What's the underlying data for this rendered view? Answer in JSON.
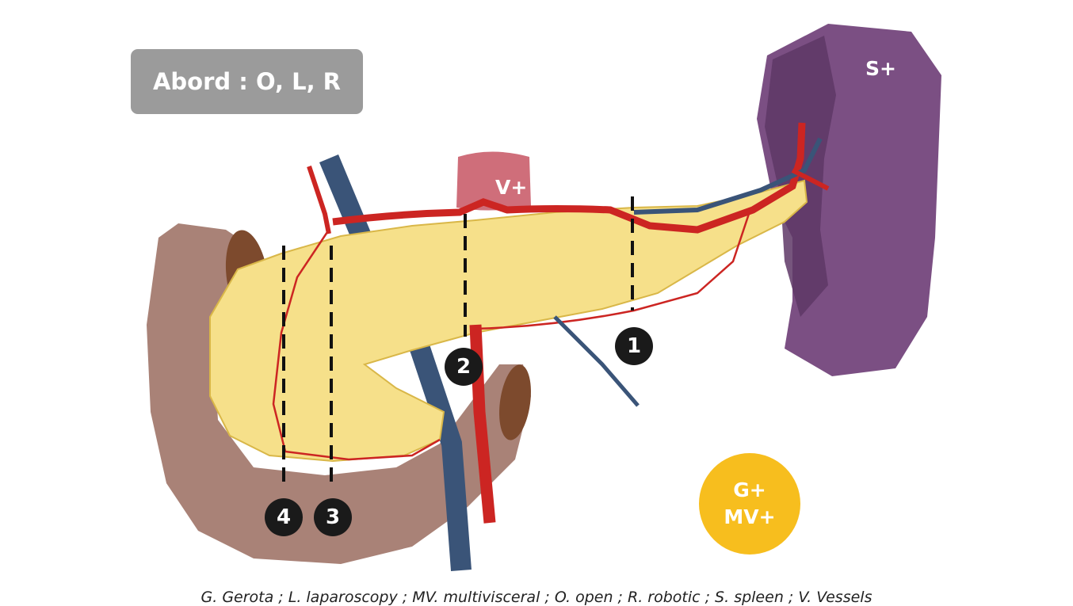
{
  "approach_box": {
    "text": "Abord : O, L, R"
  },
  "labels": {
    "spleen": "S+",
    "vessels": "V+",
    "gerota": "G+",
    "multivisceral": "MV+"
  },
  "section_lines": [
    "1",
    "2",
    "3",
    "4"
  ],
  "legend": "G. Gerota ; L. laparoscopy ; MV. multivisceral ; O. open ;  R. robotic ; S. spleen ; V. Vessels",
  "colors": {
    "pancreas": "#f6e08a",
    "duodenum": "#a98277",
    "spleen": "#7b4f83",
    "artery": "#cc2522",
    "vein": "#3a5478",
    "vessel_badge": "#cf6e7a",
    "gerota_badge": "#f7be1e",
    "approach_box": "#9b9b9b"
  }
}
